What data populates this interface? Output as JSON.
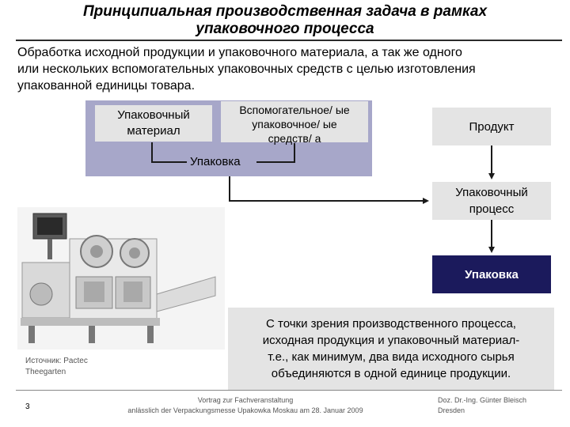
{
  "slide": {
    "title_line1": "Принципиальная  производственная задача в рамках",
    "title_line2": "упаковочного процесса",
    "intro_line1": "Обработка исходной продукции и упаковочного материала, а так же одного",
    "intro_line2": "или нескольких вспомогательных упаковочных средств с целью изготовления",
    "intro_line3": "упакованной единицы товара."
  },
  "diagram": {
    "material_line1": "Упаковочный",
    "material_line2": "материал",
    "aux_line1": "Вспомогательное/ ые",
    "aux_line2": "упаковочное/ ые",
    "aux_line3": "средств/ а",
    "group_label": "Упаковка",
    "product": "Продукт",
    "process_line1": "Упаковочный",
    "process_line2": "процесс",
    "output": "Упаковка",
    "colors": {
      "group": "#a7a7c9",
      "box": "#e4e4e4",
      "output": "#1b1a5c"
    }
  },
  "figure": {
    "source_line1": "Источник: Pactec",
    "source_line2": "Theegarten"
  },
  "statement": {
    "line1": "С точки зрения производственного процесса,",
    "line2": "исходная продукция и упаковочный материал-",
    "line3": "т.е., как минимум,  два вида исходного сырья",
    "line4": "объединяются в одной единице продукции."
  },
  "footer": {
    "page": "3",
    "center_line1": "Vortrag zur Fachveranstaltung",
    "center_line2": "anlässlich der Verpackungsmesse Upakowka Moskau am 28. Januar 2009",
    "right_line1": "Doz. Dr.-Ing. Günter Bleisch",
    "right_line2": "Dresden"
  }
}
